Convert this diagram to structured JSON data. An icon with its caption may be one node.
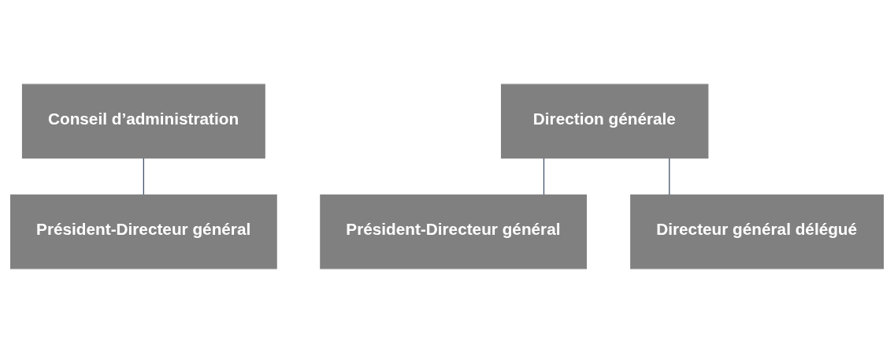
{
  "diagram": {
    "nodes": [
      {
        "text": [
          "Conseil d’administration"
        ]
      },
      {
        "text": [
          "Président-Directeur général"
        ]
      },
      {
        "text": [
          "Direction générale"
        ]
      },
      {
        "text": [
          "Président-Directeur général"
        ]
      },
      {
        "text": [
          "Directeur général délégué"
        ]
      }
    ],
    "edges": [
      {
        "from": 0,
        "to": 1,
        "arrow": "none"
      },
      {
        "from": 2,
        "to": 3,
        "arrow": "none"
      },
      {
        "from": 2,
        "to": 4,
        "arrow": "none"
      }
    ]
  }
}
